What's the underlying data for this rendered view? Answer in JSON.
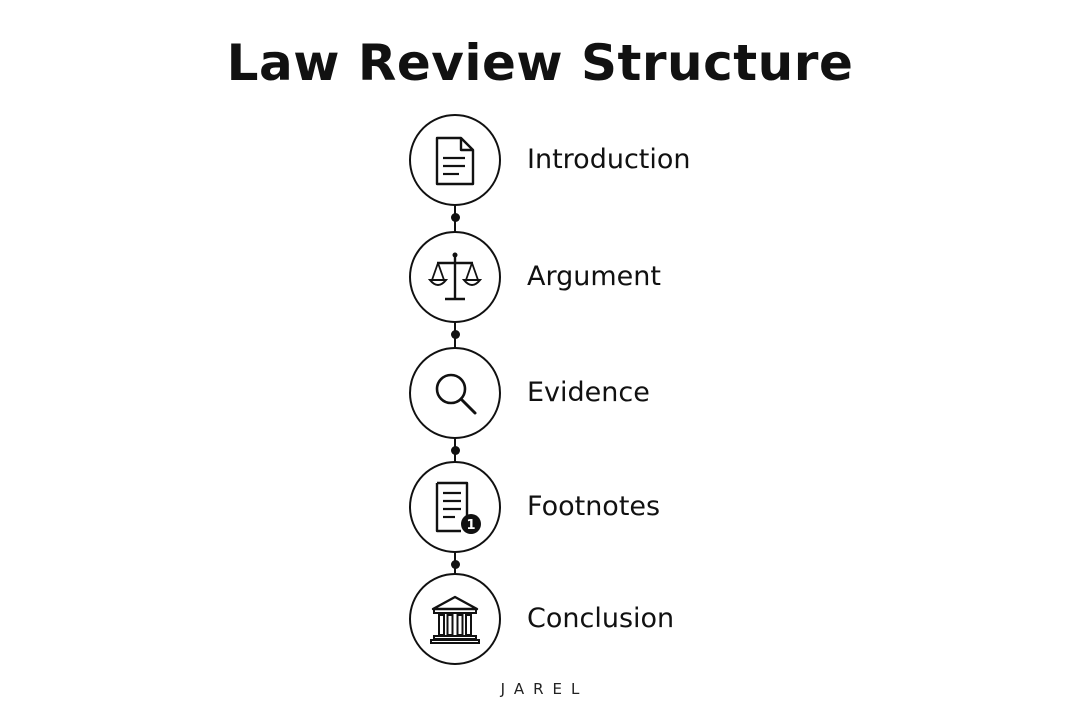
{
  "title": "Law Review Structure",
  "steps": [
    {
      "label": "Introduction",
      "icon": "document-icon"
    },
    {
      "label": "Argument",
      "icon": "scales-of-justice-icon"
    },
    {
      "label": "Evidence",
      "icon": "magnifying-glass-icon"
    },
    {
      "label": "Footnotes",
      "icon": "document-footnote-icon",
      "badge": "1"
    },
    {
      "label": "Conclusion",
      "icon": "courthouse-icon"
    }
  ],
  "brand": "JAREL",
  "colors": {
    "ink": "#111111",
    "background": "#ffffff"
  }
}
